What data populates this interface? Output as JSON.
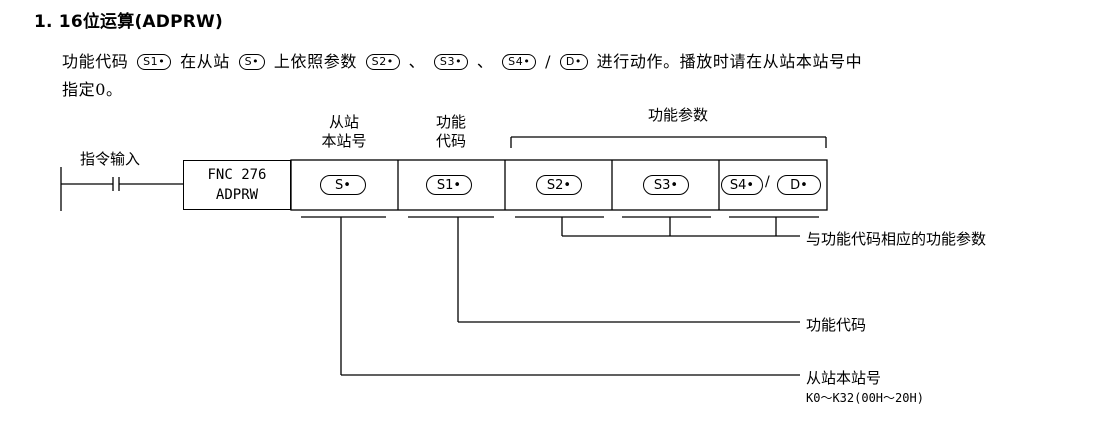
{
  "section": {
    "title": "1. 16位运算(ADPRW)"
  },
  "desc": {
    "p1": "功能代码",
    "p2": "在从站",
    "p3": "上依照参数",
    "sep1": "、",
    "sep2": "、",
    "slash": "/",
    "p4": "进行动作。播放时请在从站本站号中",
    "line2": "指定0。"
  },
  "operands": {
    "s": "S•",
    "s1": "S1•",
    "s2": "S2•",
    "s3": "S3•",
    "s4": "S4•",
    "d": "D•"
  },
  "ladder": {
    "input_label": "指令输入",
    "fnc_line1": "FNC 276",
    "fnc_line2": "ADPRW",
    "hdr_slave_1": "从站",
    "hdr_slave_2": "本站号",
    "hdr_func_1": "功能",
    "hdr_func_2": "代码",
    "hdr_params": "功能参数",
    "slash": "/"
  },
  "callouts": {
    "params": "与功能代码相应的功能参数",
    "func_code": "功能代码",
    "slave_no": "从站本站号",
    "slave_range": "K0～K32(00H～20H)"
  }
}
